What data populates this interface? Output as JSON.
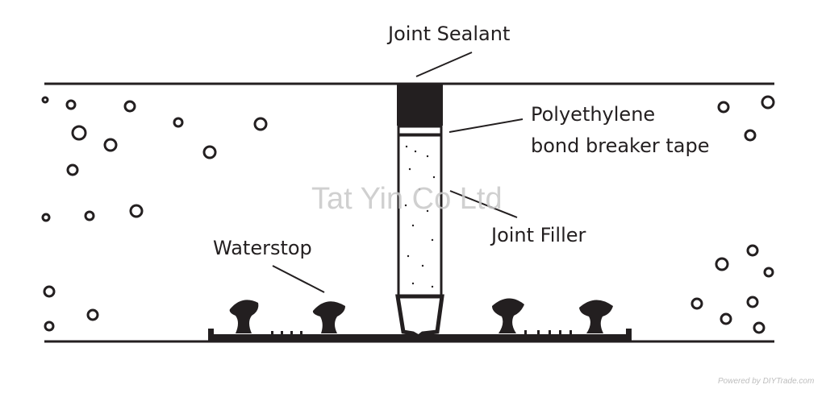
{
  "labels": {
    "joint_sealant": "Joint Sealant",
    "bond_breaker_line1": "Polyethylene",
    "bond_breaker_line2": "bond breaker tape",
    "joint_filler": "Joint Filler",
    "waterstop": "Waterstop"
  },
  "watermark": "Tat Yin Co Ltd",
  "powered_by": "Powered by DIYTrade.com",
  "colors": {
    "ink": "#231f20",
    "watermark": "#c8c8c8"
  }
}
